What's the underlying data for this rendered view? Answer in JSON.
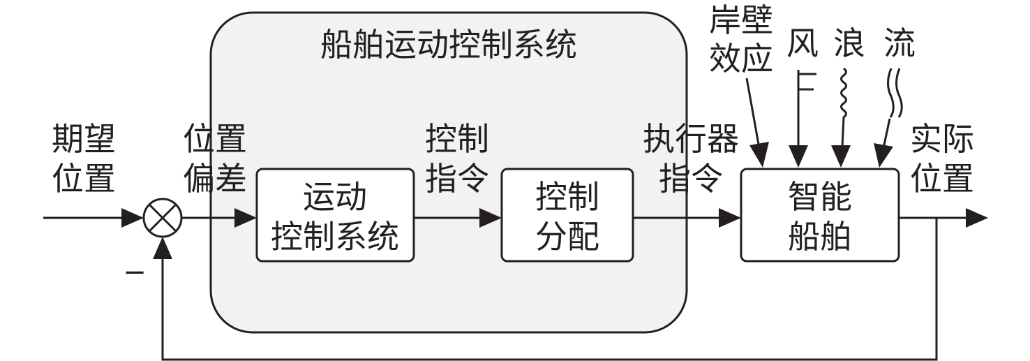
{
  "system_title": "船舶运动控制系统",
  "desired_position": [
    "期望",
    "位置"
  ],
  "position_error": [
    "位置",
    "偏差"
  ],
  "minus_sign": "−",
  "motion_controller": [
    "运动",
    "控制系统"
  ],
  "control_command": [
    "控制",
    "指令"
  ],
  "control_allocation": [
    "控制",
    "分配"
  ],
  "actuator_command": [
    "执行器",
    "指令"
  ],
  "smart_ship": [
    "智能",
    "船舶"
  ],
  "actual_position": [
    "实际",
    "位置"
  ],
  "disturbances": {
    "bank_effect": [
      "岸壁",
      "效应"
    ],
    "wind": "风",
    "waves": "浪",
    "current": "流"
  },
  "colors": {
    "stroke": "#231f20",
    "panel": "#f2f2f2",
    "background": "#ffffff"
  }
}
